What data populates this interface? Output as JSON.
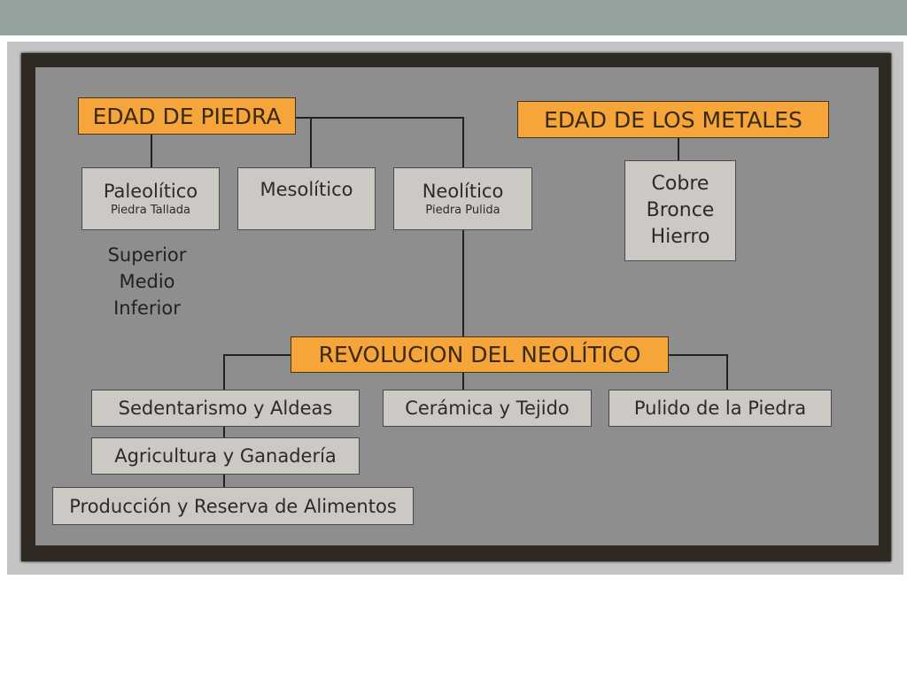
{
  "diagram": {
    "edad_piedra": "EDAD DE PIEDRA",
    "edad_metales": "EDAD DE LOS METALES",
    "paleolitico": {
      "title": "Paleolítico",
      "sub": "Piedra Tallada"
    },
    "mesolitico": {
      "title": "Mesolítico"
    },
    "neolitico": {
      "title": "Neolítico",
      "sub": "Piedra Pulida"
    },
    "metales": [
      "Cobre",
      "Bronce",
      "Hierro"
    ],
    "periodos": [
      "Superior",
      "Medio",
      "Inferior"
    ],
    "revolucion": "REVOLUCION DEL NEOLÍTICO",
    "sedentarismo": "Sedentarismo y Aldeas",
    "ceramica": "Cerámica y Tejido",
    "pulido": "Pulido de la Piedra",
    "agricultura": "Agricultura y Ganadería",
    "produccion": "Producción y Reserva de Alimentos"
  },
  "colors": {
    "orange": "#f5a53a",
    "box": "#ccc8c4",
    "panel": "#8e8e8e",
    "frame": "#2f2924",
    "topbar": "#93a39b"
  }
}
